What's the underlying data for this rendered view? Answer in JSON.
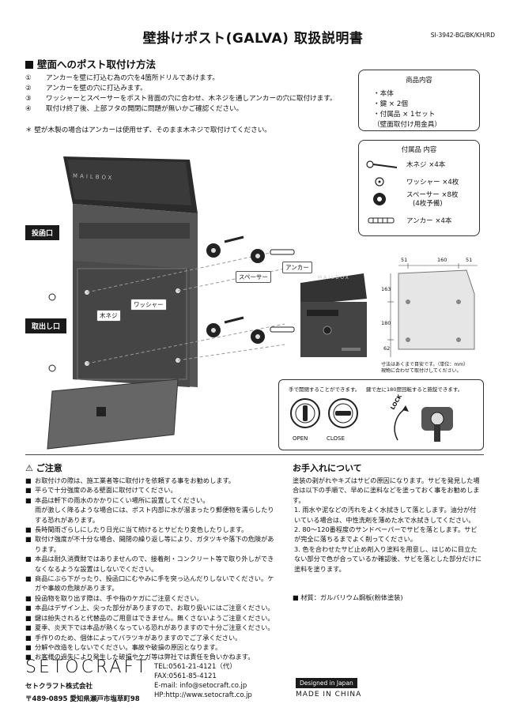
{
  "header": {
    "title": "壁掛けポスト(GALVA) 取扱説明書",
    "code": "SI-3942-BG/BK/KH/RD"
  },
  "install": {
    "heading": "壁面へのポスト取付け方法",
    "steps": [
      {
        "num": "①",
        "text": "アンカーを壁に打込む為の穴を4箇所ドリルであけます。"
      },
      {
        "num": "②",
        "text": "アンカーを壁の穴に打込みます。"
      },
      {
        "num": "③",
        "text": "ワッシャーとスペーサーをポスト背面の穴に合わせ、木ネジを通しアンカーの穴に取付けます。"
      },
      {
        "num": "④",
        "text": "取付け終了後、上部フタの開閉に問題が無いかご確認ください。"
      }
    ],
    "note": "＊ 壁が木製の場合はアンカーは使用せず、そのまま木ネジで取付けてください。"
  },
  "contents": {
    "title": "商品内容",
    "items": [
      "・本体",
      "・鍵 × 2個",
      "・付属品 × 1セット",
      "（壁面取付け用金具）"
    ]
  },
  "accessories": {
    "title": "付属品 内容",
    "items": [
      {
        "icon": "wood-screw-icon",
        "label": "木ネジ ×4本"
      },
      {
        "icon": "washer-icon",
        "label": "ワッシャー ×4枚"
      },
      {
        "icon": "spacer-icon",
        "label": "スペーサー ×8枚",
        "sub": "(4枚予備)"
      },
      {
        "icon": "anchor-icon",
        "label": "アンカー ×4本"
      }
    ]
  },
  "diagram": {
    "box_brand": "MAILBOX",
    "label_slot": "投函口",
    "label_outlet": "取出し口",
    "label_washer": "ワッシャー",
    "label_screw": "木ネジ",
    "label_spacer": "スペーサー",
    "label_anchor": "アンカー"
  },
  "dims": {
    "top": [
      "51",
      "160",
      "51"
    ],
    "side": [
      "163",
      "180",
      "62"
    ],
    "note1": "寸法はあくまで目安です。（単位：mm）",
    "note2": "現物に合わせて取付けしてください。"
  },
  "lock": {
    "caption_left": "手で開閉することができます。",
    "caption_right": "鍵で左に180度回転すると施錠できます。",
    "open": "OPEN",
    "close": "CLOSE",
    "lock_word": "LOCK"
  },
  "caution": {
    "heading": "ご注意",
    "items": [
      "お取付けの際は、施工業者等に取付けを依頼する事をお勧めします。",
      "平らで十分強度のある壁面に取付けてください。",
      "本品は軒下の雨水のかかりにくい場所に設置してください。",
      "雨が激しく降るような場合には、ポスト内部に水が溜まったり郵便物を濡らしたりする恐れがあります。",
      "長時間雨ざらしにしたり日光に当て続けるとサビたり変色したりします。",
      "取付け強度が不十分な場合、開閉の繰り返し等により、ガタツキや落下の危険があります。",
      "本品は耐久消費財ではありませんので、接着剤・コンクリート等で取り外しができなくなるような設置はしないでください。",
      "商品にぶら下がったり、投函口にむやみに手を突っ込んだりしないでください。ケガや事故の危険があります。",
      "投函物を取り出す際は、手や指のケガにご注意ください。",
      "本品はデザイン上、尖った部分がありますので、お取り扱いにはご注意ください。",
      "鍵は紛失されると代替品のご用意はできません。無くさないようご注意ください。",
      "夏季、炎天下では本品が熱くなっている恐れがありますので十分ご注意ください。",
      "手作りのため、個体によってバラツキがありますのでご了承ください。",
      "分解や改造をしないでください。事故や破損の原因となります。",
      "お客様の過失により発生した破損やケガ等は弊社では責任を負いかねます。"
    ]
  },
  "care": {
    "heading": "お手入れについて",
    "intro": "塗装の剥がれやキズはサビの原因になります。サビを発見した場合は以下の手順で、早めに塗料などを塗っておく事をお勧めします。",
    "steps": [
      "1. 雨水や泥などの汚れをよく水拭きして落とします。油分が付いている場合は、中性洗剤を薄めた水で水拭きしてください。",
      "2. 80～120番程度のサンドペーパーでサビを落とします。サビが完全に落ちるまでよく削ってください。",
      "3. 色を合わせたサビ止め剤入り塗料を用意し、はじめに目立たない部分で色が合っているか確認後、サビを落とした部分だけに塗料を塗ります。"
    ],
    "material": "■ 材質：ガルバリウム鋼板(粉体塗装)"
  },
  "footer": {
    "logo": "SETOCRAFT",
    "company": "セトクラフト株式会社",
    "address": "〒489-0895 愛知県瀬戸市塩草町98",
    "tel": "TEL:0561-21-4121（代）",
    "fax": "FAX:0561-85-4121",
    "email": "E-mail: info@setocraft.co.jp",
    "hp": "HP:http://www.setocraft.co.jp",
    "designed": "Designed in Japan",
    "made": "MADE IN CHINA"
  }
}
